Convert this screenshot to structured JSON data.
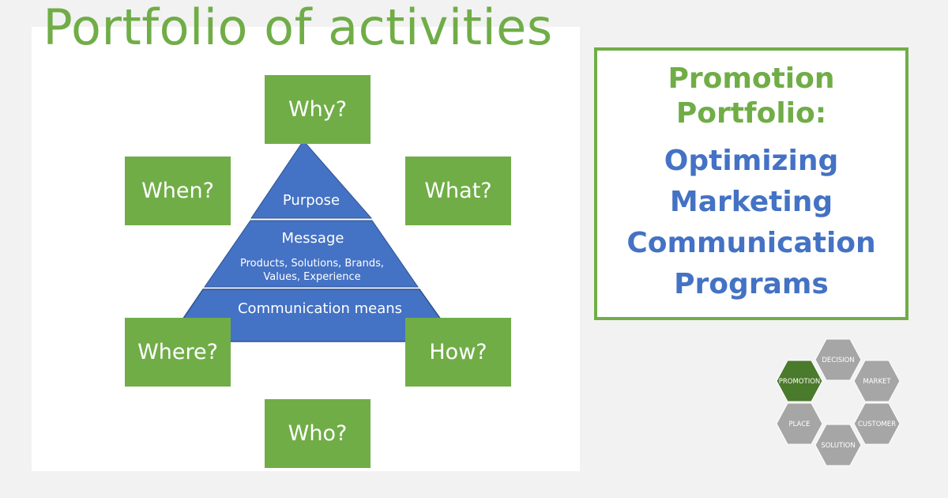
{
  "slide": {
    "title": "Portfolio of activities",
    "questions": {
      "why": "Why?",
      "when": "When?",
      "what": "What?",
      "where": "Where?",
      "how": "How?",
      "who": "Who?"
    },
    "pyramid": {
      "purpose": "Purpose",
      "message": "Message",
      "message_detail_line1": "Products, Solutions, Brands,",
      "message_detail_line2": "Values, Experience",
      "communication_means": "Communication means"
    }
  },
  "panel": {
    "line1": "Promotion",
    "line2": "Portfolio:",
    "line3": "Optimizing",
    "line4": "Marketing",
    "line5": "Communication",
    "line6": "Programs"
  },
  "hexagons": {
    "decision": "DECISION",
    "promotion": "PROMOTION",
    "market": "MARKET",
    "place": "PLACE",
    "customer": "CUSTOMER",
    "solution": "SOLUTION"
  },
  "colors": {
    "accent_green": "#70ad47",
    "pyramid_blue": "#4472c4",
    "active_hex": "#4a7a2c",
    "inactive_hex": "#a6a6a6"
  }
}
